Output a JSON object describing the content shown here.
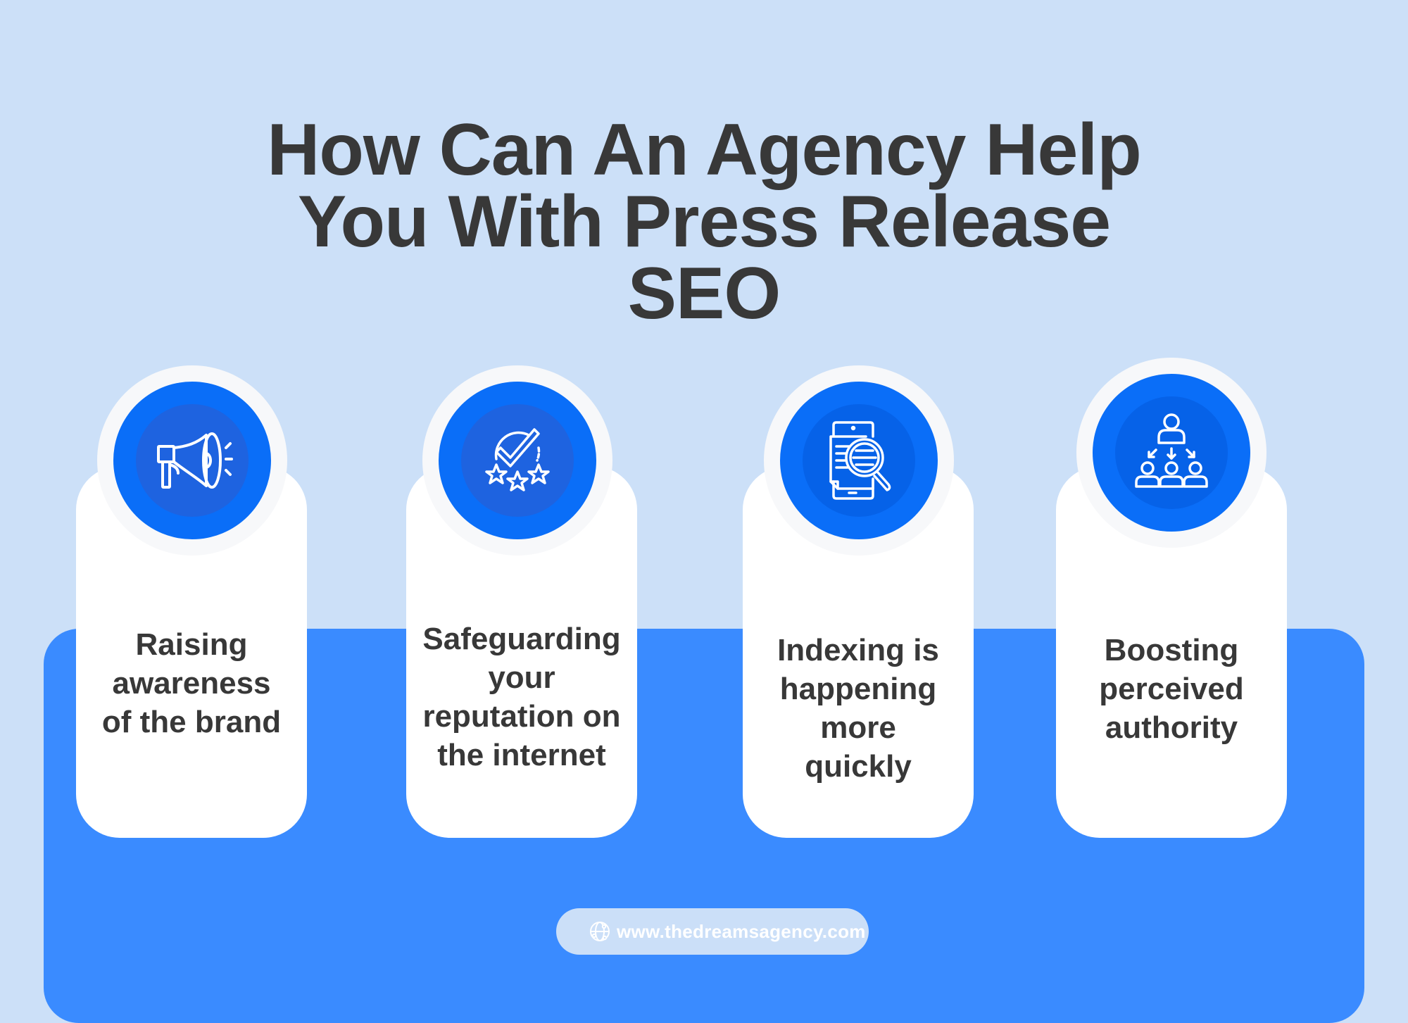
{
  "header": {
    "title_lines": [
      "How Can An Agency Help",
      "You With Press Release",
      "SEO"
    ]
  },
  "cards": [
    {
      "icon": "megaphone-icon",
      "lines": [
        "Raising",
        "awareness",
        "of the brand"
      ]
    },
    {
      "icon": "check-stars-rating-icon",
      "lines": [
        "Safeguarding",
        "your",
        "reputation on",
        "the internet"
      ]
    },
    {
      "icon": "phone-document-search-icon",
      "lines": [
        "Indexing is",
        "happening",
        "more",
        "quickly"
      ]
    },
    {
      "icon": "leader-team-hierarchy-icon",
      "lines": [
        "Boosting",
        "perceived",
        "authority"
      ]
    }
  ],
  "footer": {
    "icon": "globe-icon",
    "url": "www.thedreamsagency.com"
  },
  "colors": {
    "background": "#cce0f8",
    "band": "#3a8bff",
    "circle_blue": "#0a6ef8",
    "circle_inner": "#1e63e0",
    "text_dark": "#383838",
    "card": "#ffffff"
  }
}
